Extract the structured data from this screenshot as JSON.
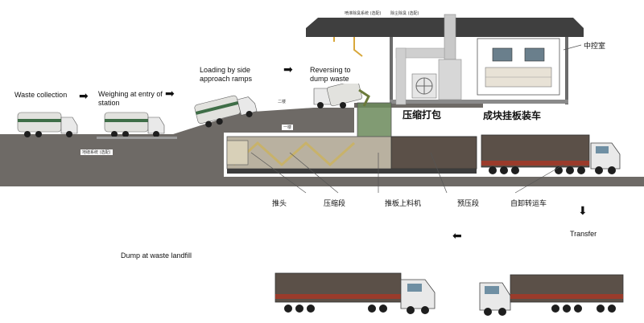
{
  "stages": {
    "waste_collection": "Waste collection",
    "weighing": "Weighing at entry of station",
    "loading": "Loading by side approach ramps",
    "reversing": "Reversing to dump waste",
    "transfer": "Transfer",
    "landfill": "Dump at waste landfill"
  },
  "chinese_labels": {
    "control_room": "中控室",
    "compress_pack": "压缩打包",
    "container_truck": "成块挂板装车",
    "ram": "推头",
    "compression_section": "压缩段",
    "push_feeder": "推板上料机",
    "pre_press": "预压段",
    "self_unloading_truck": "自卸转运车",
    "second_floor": "二楼",
    "first_floor": "一楼",
    "weighbridge": "地磅系统 (选配)",
    "deodorize": "喷淋除臭系统 (选配)",
    "dust": "除尘除臭 (选配)"
  },
  "arrows": {
    "right": "➡",
    "down": "⬇",
    "left": "⬅"
  },
  "colors": {
    "ground": "#6e6a66",
    "roof": "#3f3f3f",
    "container": "#5b5048",
    "container_red": "#9a3b2b",
    "truck_cab": "#e9e9e9",
    "green_bin": "#3f6e47",
    "compactor_frame": "#c8b26a"
  }
}
